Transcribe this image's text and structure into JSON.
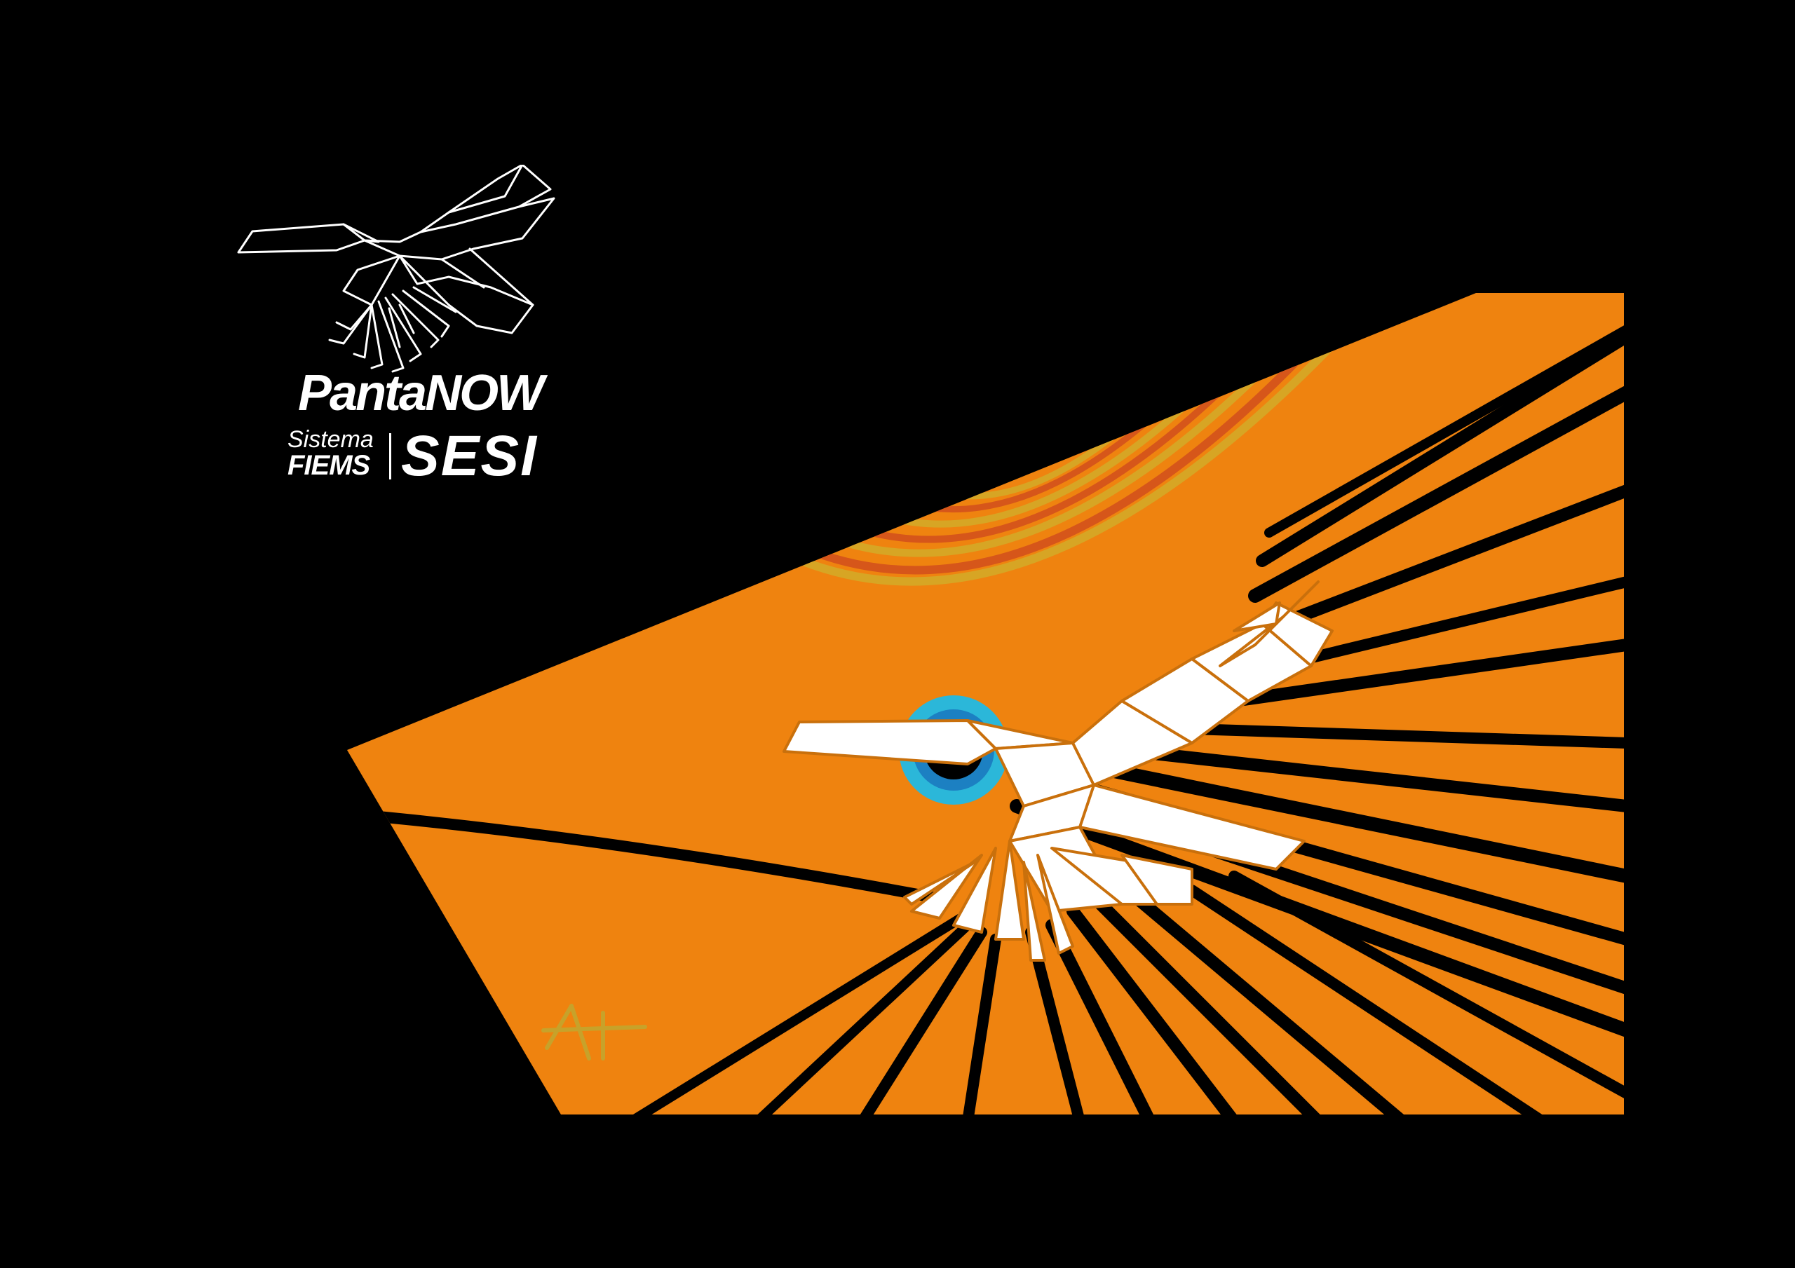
{
  "logo": {
    "brand": "PantaNOW",
    "sistema": "Sistema",
    "fiems": "FIEMS",
    "sesi": "SESI"
  },
  "colors": {
    "background": "#000000",
    "panel_orange": "#ef830f",
    "arc_dark": "#d6561a",
    "arc_light": "#d7a524",
    "stripe": "#000000",
    "bird_fill": "#ffffff",
    "bird_outline": "#c9700c",
    "eye_light": "#2bb7d9",
    "eye_mid": "#1c80c2",
    "signature": "#c7a22a"
  },
  "icons": {
    "logo": "geometric-toucan-icon",
    "artwork": "toucan-flight-illustration",
    "signature": "artist-signature-icon"
  }
}
